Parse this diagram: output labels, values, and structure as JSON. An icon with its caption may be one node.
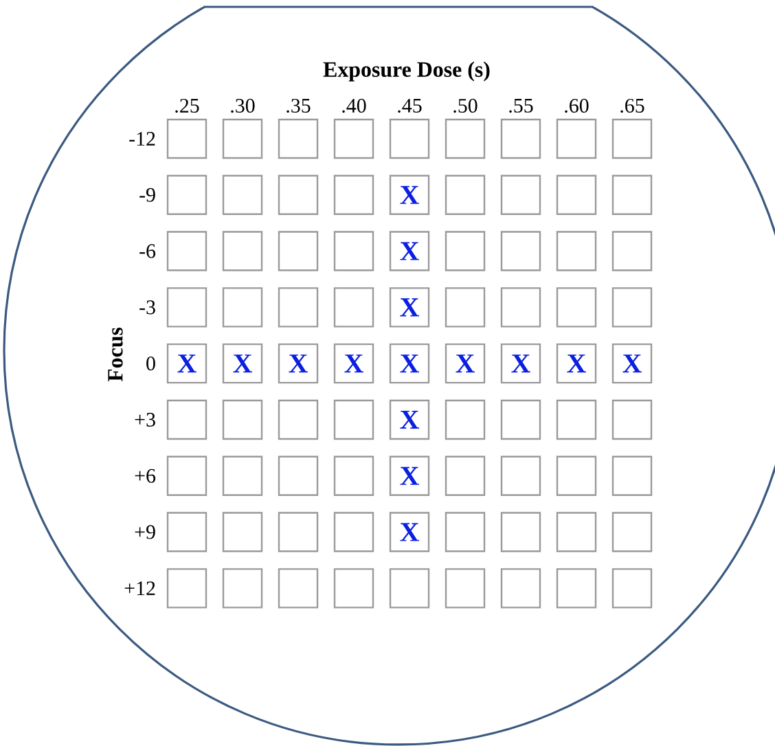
{
  "diagram": {
    "nodes": [
      {
        "text": [],
        "shape": "box"
      },
      {
        "text": [],
        "shape": "box"
      },
      {
        "text": [],
        "shape": "box"
      },
      {
        "text": [],
        "shape": "box"
      },
      {
        "text": [],
        "shape": "box"
      },
      {
        "text": [],
        "shape": "box"
      },
      {
        "text": [],
        "shape": "box"
      },
      {
        "text": [],
        "shape": "box"
      },
      {
        "text": [],
        "shape": "box"
      },
      {
        "text": [],
        "shape": "box"
      },
      {
        "text": [],
        "shape": "box"
      },
      {
        "text": [],
        "shape": "box"
      },
      {
        "text": [],
        "shape": "box"
      },
      {
        "text": [
          "X"
        ]
      },
      {
        "text": [],
        "shape": "box"
      },
      {
        "text": [],
        "shape": "box"
      },
      {
        "text": [],
        "shape": "box"
      },
      {
        "text": [],
        "shape": "box"
      },
      {
        "text": [],
        "shape": "box"
      },
      {
        "text": [],
        "shape": "box"
      },
      {
        "text": [],
        "shape": "box"
      },
      {
        "text": [],
        "shape": "box"
      },
      {
        "text": [
          "X"
        ]
      },
      {
        "text": [],
        "shape": "box"
      },
      {
        "text": [],
        "shape": "box"
      },
      {
        "text": [],
        "shape": "box"
      },
      {
        "text": [],
        "shape": "box"
      },
      {
        "text": [],
        "shape": "box"
      },
      {
        "text": [],
        "shape": "box"
      },
      {
        "text": [],
        "shape": "box"
      },
      {
        "text": [],
        "shape": "box"
      },
      {
        "text": [
          "X"
        ]
      },
      {
        "text": [],
        "shape": "box"
      },
      {
        "text": [],
        "shape": "box"
      },
      {
        "text": [],
        "shape": "box"
      },
      {
        "text": [],
        "shape": "box"
      },
      {
        "text": [
          "X"
        ]
      },
      {
        "text": [
          "X"
        ]
      },
      {
        "text": [
          "X"
        ]
      },
      {
        "text": [
          "X"
        ]
      },
      {
        "text": [
          "X"
        ]
      },
      {
        "text": [
          "X"
        ]
      },
      {
        "text": [
          "X"
        ]
      },
      {
        "text": [
          "X"
        ]
      },
      {
        "text": [
          "X"
        ]
      },
      {
        "text": [],
        "shape": "box"
      },
      {
        "text": [],
        "shape": "box"
      },
      {
        "text": [],
        "shape": "box"
      },
      {
        "text": [],
        "shape": "box"
      },
      {
        "text": [
          "X"
        ]
      },
      {
        "text": [],
        "shape": "box"
      },
      {
        "text": [],
        "shape": "box"
      },
      {
        "text": [],
        "shape": "box"
      },
      {
        "text": [],
        "shape": "box"
      },
      {
        "text": [],
        "shape": "box"
      },
      {
        "text": [],
        "shape": "box"
      },
      {
        "text": [],
        "shape": "box"
      },
      {
        "text": [],
        "shape": "box"
      },
      {
        "text": [
          "X"
        ]
      },
      {
        "text": [],
        "shape": "box"
      },
      {
        "text": [],
        "shape": "box"
      },
      {
        "text": [],
        "shape": "box"
      },
      {
        "text": [],
        "shape": "box"
      },
      {
        "text": [],
        "shape": "box"
      },
      {
        "text": [],
        "shape": "box"
      },
      {
        "text": [],
        "shape": "box"
      },
      {
        "text": [],
        "shape": "box"
      },
      {
        "text": [
          "X"
        ]
      },
      {
        "text": [],
        "shape": "box"
      },
      {
        "text": [],
        "shape": "box"
      },
      {
        "text": [],
        "shape": "box"
      },
      {
        "text": [],
        "shape": "box"
      },
      {
        "text": [],
        "shape": "box"
      },
      {
        "text": [],
        "shape": "box"
      },
      {
        "text": [],
        "shape": "box"
      },
      {
        "text": [],
        "shape": "box"
      },
      {
        "text": [],
        "shape": "box"
      },
      {
        "text": [],
        "shape": "box"
      },
      {
        "text": [],
        "shape": "box"
      },
      {
        "text": [],
        "shape": "box"
      },
      {
        "text": [],
        "shape": "box"
      }
    ],
    "labels": [
      "Exposure Dose (s)",
      ".25",
      ".30",
      ".35",
      ".40",
      ".45",
      ".50",
      ".55",
      ".60",
      ".65",
      "Focus",
      "-12",
      "-9",
      "-6",
      "-3",
      "0",
      "+3",
      "+6",
      "+9",
      "+12"
    ]
  }
}
